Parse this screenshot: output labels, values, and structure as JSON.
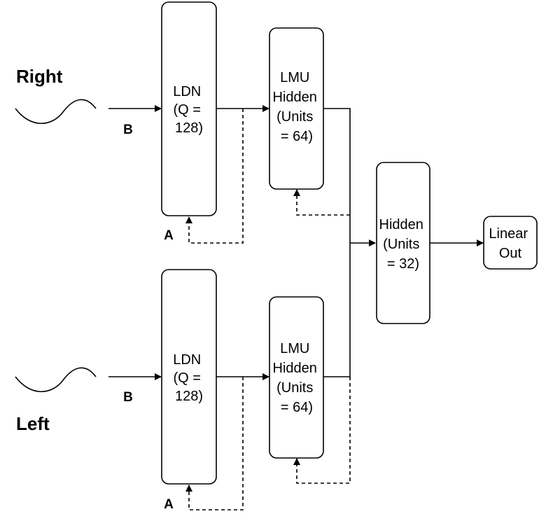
{
  "labels": {
    "right": "Right",
    "left": "Left",
    "b_top": "B",
    "a_top": "A",
    "b_bottom": "B",
    "a_bottom": "A"
  },
  "nodes": {
    "ldn_top": [
      "LDN",
      "(Q =",
      "128)"
    ],
    "lmu_top": [
      "LMU",
      "Hidden",
      "(Units",
      "= 64)"
    ],
    "ldn_bottom": [
      "LDN",
      "(Q =",
      "128)"
    ],
    "lmu_bottom": [
      "LMU",
      "Hidden",
      "(Units",
      "= 64)"
    ],
    "hidden": [
      "Hidden",
      "(Units",
      "= 32)"
    ],
    "linear_out": [
      "Linear",
      "Out"
    ]
  }
}
